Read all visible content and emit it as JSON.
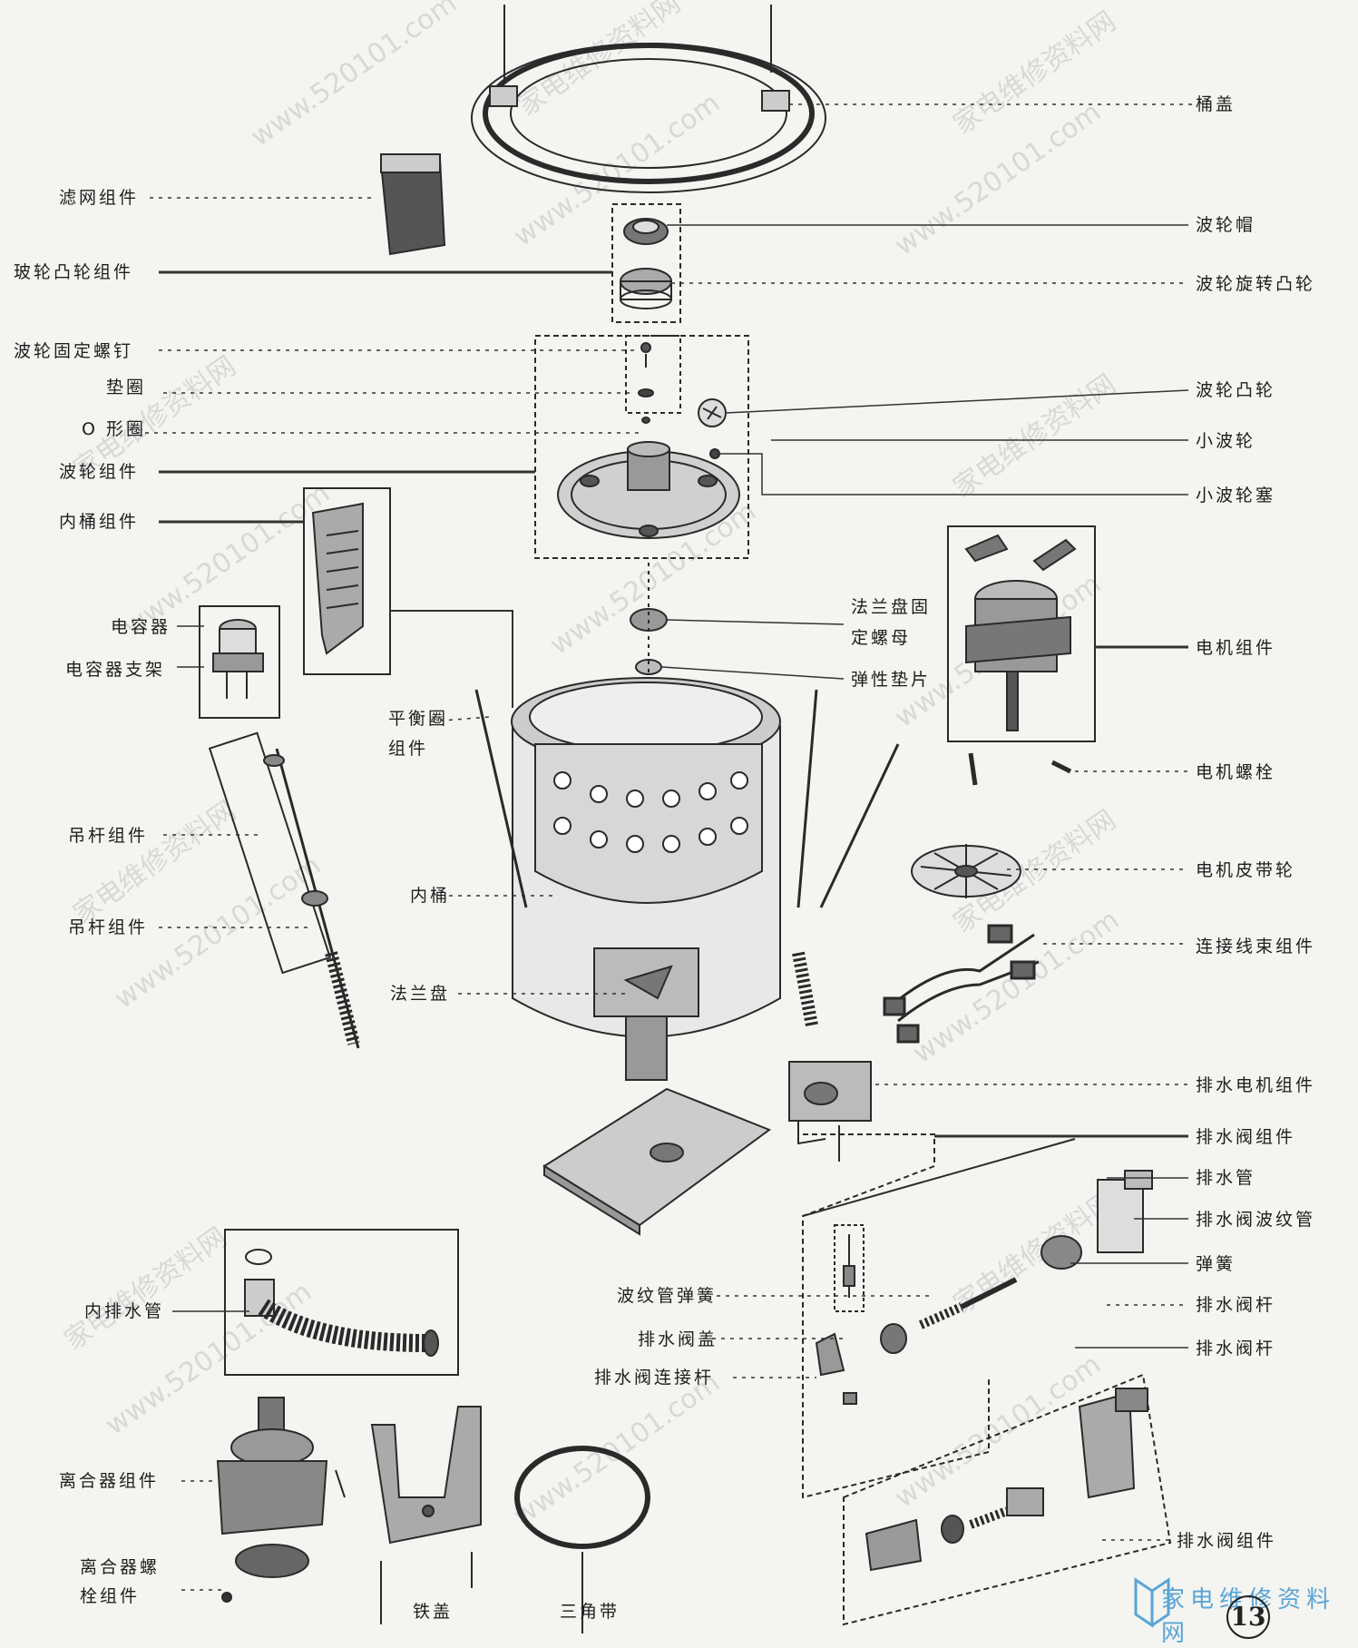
{
  "labels": {
    "tong_gai": "桶盖",
    "lvwang": "滤网组件",
    "bolun_mao": "波轮帽",
    "bolun_tulun_zujian": "玻轮凸轮组件",
    "bolun_xuanzhuan_tulun": "波轮旋转凸轮",
    "bolun_guding_luoding": "波轮固定螺钉",
    "dianquan": "垫圈",
    "o_xingquan": "O 形圈",
    "bolun_tulun": "波轮凸轮",
    "xiao_bolun": "小波轮",
    "bolun_zujian": "波轮组件",
    "xiao_bolun_sai": "小波轮塞",
    "neitong_zujian": "内桶组件",
    "falanpan_guding_1": "法兰盘固",
    "falanpan_guding_2": "定螺母",
    "dianrongqi": "电容器",
    "dianji_zujian": "电机组件",
    "dianrongqi_zhijia": "电容器支架",
    "tanxing_dianpian": "弹性垫片",
    "pinghengquan_1": "平衡圈",
    "pinghengquan_2": "组件",
    "dianji_luoshuan": "电机螺栓",
    "diaogan_1": "吊杆组件",
    "dianji_pidailun": "电机皮带轮",
    "neitong": "内桶",
    "diaogan_2": "吊杆组件",
    "lianjie_xianshu": "连接线束组件",
    "falanpan": "法兰盘",
    "paishui_dianji": "排水电机组件",
    "paishuifa_zujian_1": "排水阀组件",
    "paishuiguan": "排水管",
    "paishuifa_bowenguan": "排水阀波纹管",
    "bowenguan_tanhuang": "波纹管弹簧",
    "tanhuang": "弹簧",
    "paishuifa_gan_1": "排水阀杆",
    "paishuifa_gai": "排水阀盖",
    "nei_paishuiguan": "内排水管",
    "paishuifa_gan_2": "排水阀杆",
    "paishuifa_lianjiegan": "排水阀连接杆",
    "lihe_zujian": "离合器组件",
    "paishuifa_zujian_2": "排水阀组件",
    "lihe_luoshuan_1": "离合器螺",
    "lihe_luoshuan_2": "栓组件",
    "tiegai": "铁盖",
    "sanjiaodai": "三角带"
  },
  "watermark": "www.520101.com",
  "watermark_cn": "家电维修资料网",
  "logo_text": "家电维修资料网",
  "page_number": "13"
}
